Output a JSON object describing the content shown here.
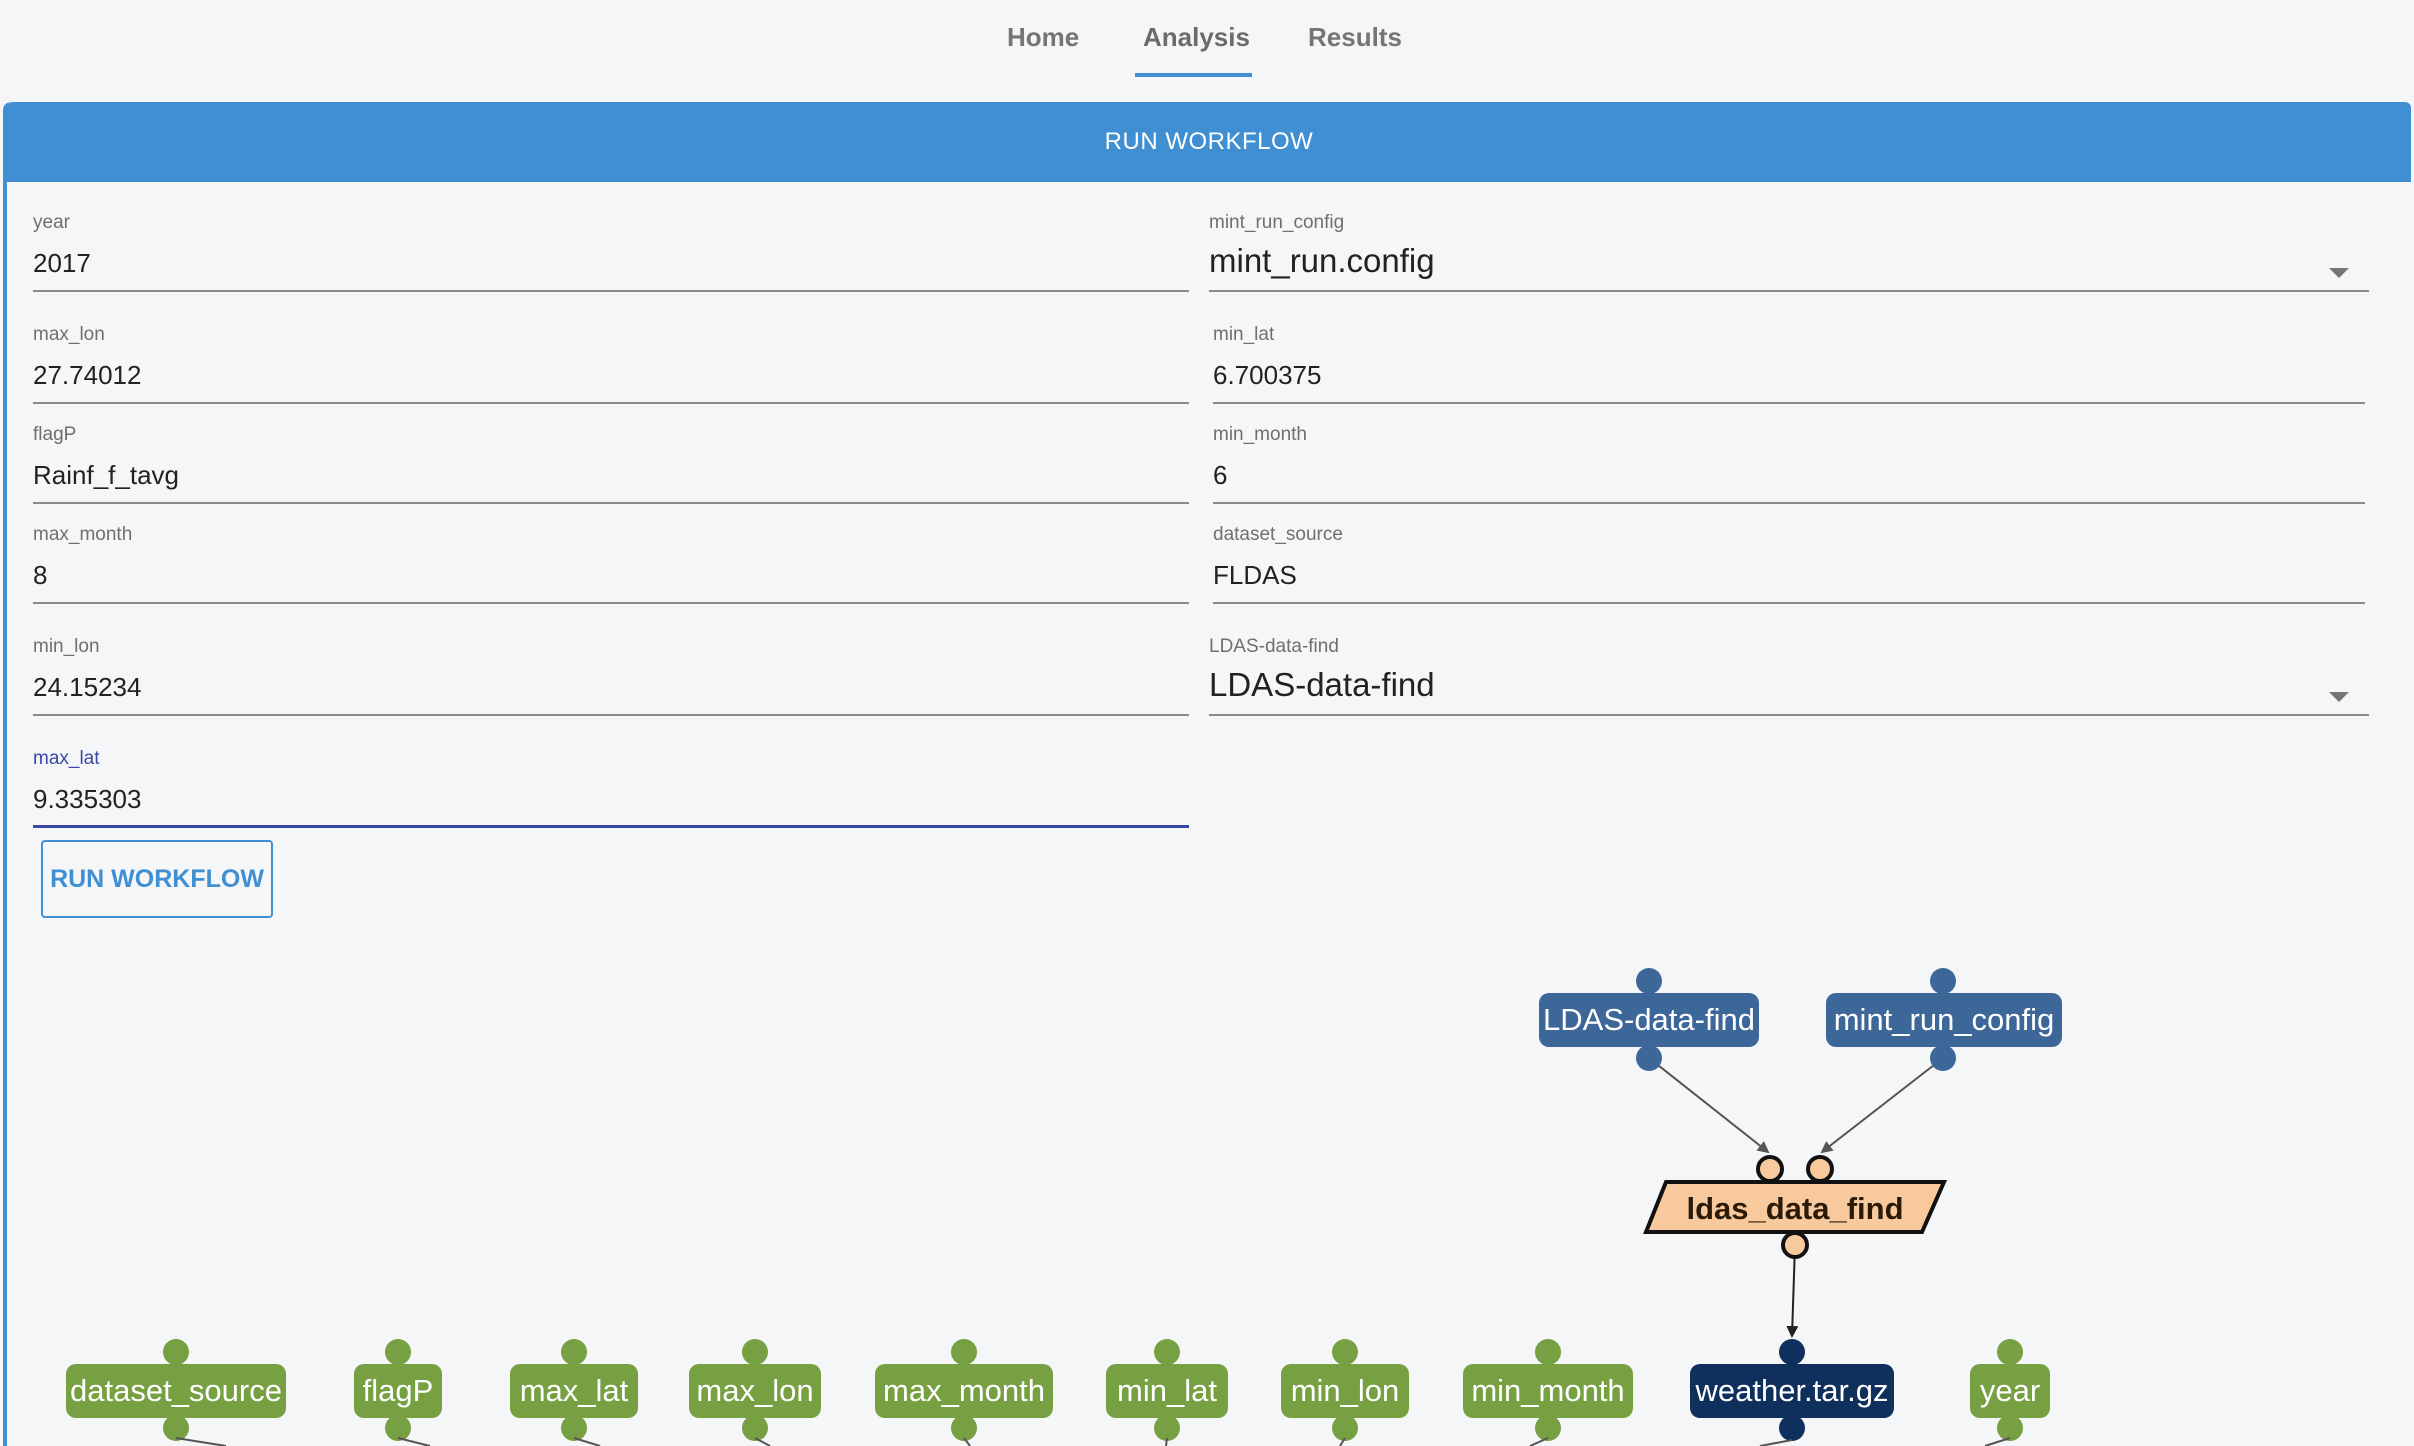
{
  "nav": {
    "tabs": [
      {
        "label": "Home",
        "active": false
      },
      {
        "label": "Analysis",
        "active": true
      },
      {
        "label": "Results",
        "active": false
      }
    ]
  },
  "card": {
    "header_title": "RUN WORKFLOW",
    "run_button_label": "RUN WORKFLOW"
  },
  "form": {
    "year": {
      "label": "year",
      "value": "2017"
    },
    "mint_run_config": {
      "label": "mint_run_config",
      "value": "mint_run.config"
    },
    "max_lon": {
      "label": "max_lon",
      "value": "27.74012"
    },
    "min_lat": {
      "label": "min_lat",
      "value": "6.700375"
    },
    "flagP": {
      "label": "flagP",
      "value": "Rainf_f_tavg"
    },
    "min_month": {
      "label": "min_month",
      "value": "6"
    },
    "max_month": {
      "label": "max_month",
      "value": "8"
    },
    "dataset_source": {
      "label": "dataset_source",
      "value": "FLDAS"
    },
    "min_lon": {
      "label": "min_lon",
      "value": "24.15234"
    },
    "ldas_data_find": {
      "label": "LDAS-data-find",
      "value": "LDAS-data-find"
    },
    "max_lat": {
      "label": "max_lat",
      "value": "9.335303"
    }
  },
  "graph": {
    "config_nodes": [
      "LDAS-data-find",
      "mint_run_config"
    ],
    "process_node": "ldas_data_find",
    "output_node": "weather.tar.gz",
    "parameter_nodes": [
      "dataset_source",
      "flagP",
      "max_lat",
      "max_lon",
      "max_month",
      "min_lat",
      "min_lon",
      "min_month",
      "year"
    ]
  },
  "colors": {
    "accent": "#3f8fd2",
    "focus": "#3a48a6",
    "config_node": "#3d6699",
    "parameter_node": "#76a041",
    "output_node": "#0f2f5c",
    "process_node": "#f8c99c"
  },
  "icons": [
    "dropdown-caret-icon"
  ]
}
